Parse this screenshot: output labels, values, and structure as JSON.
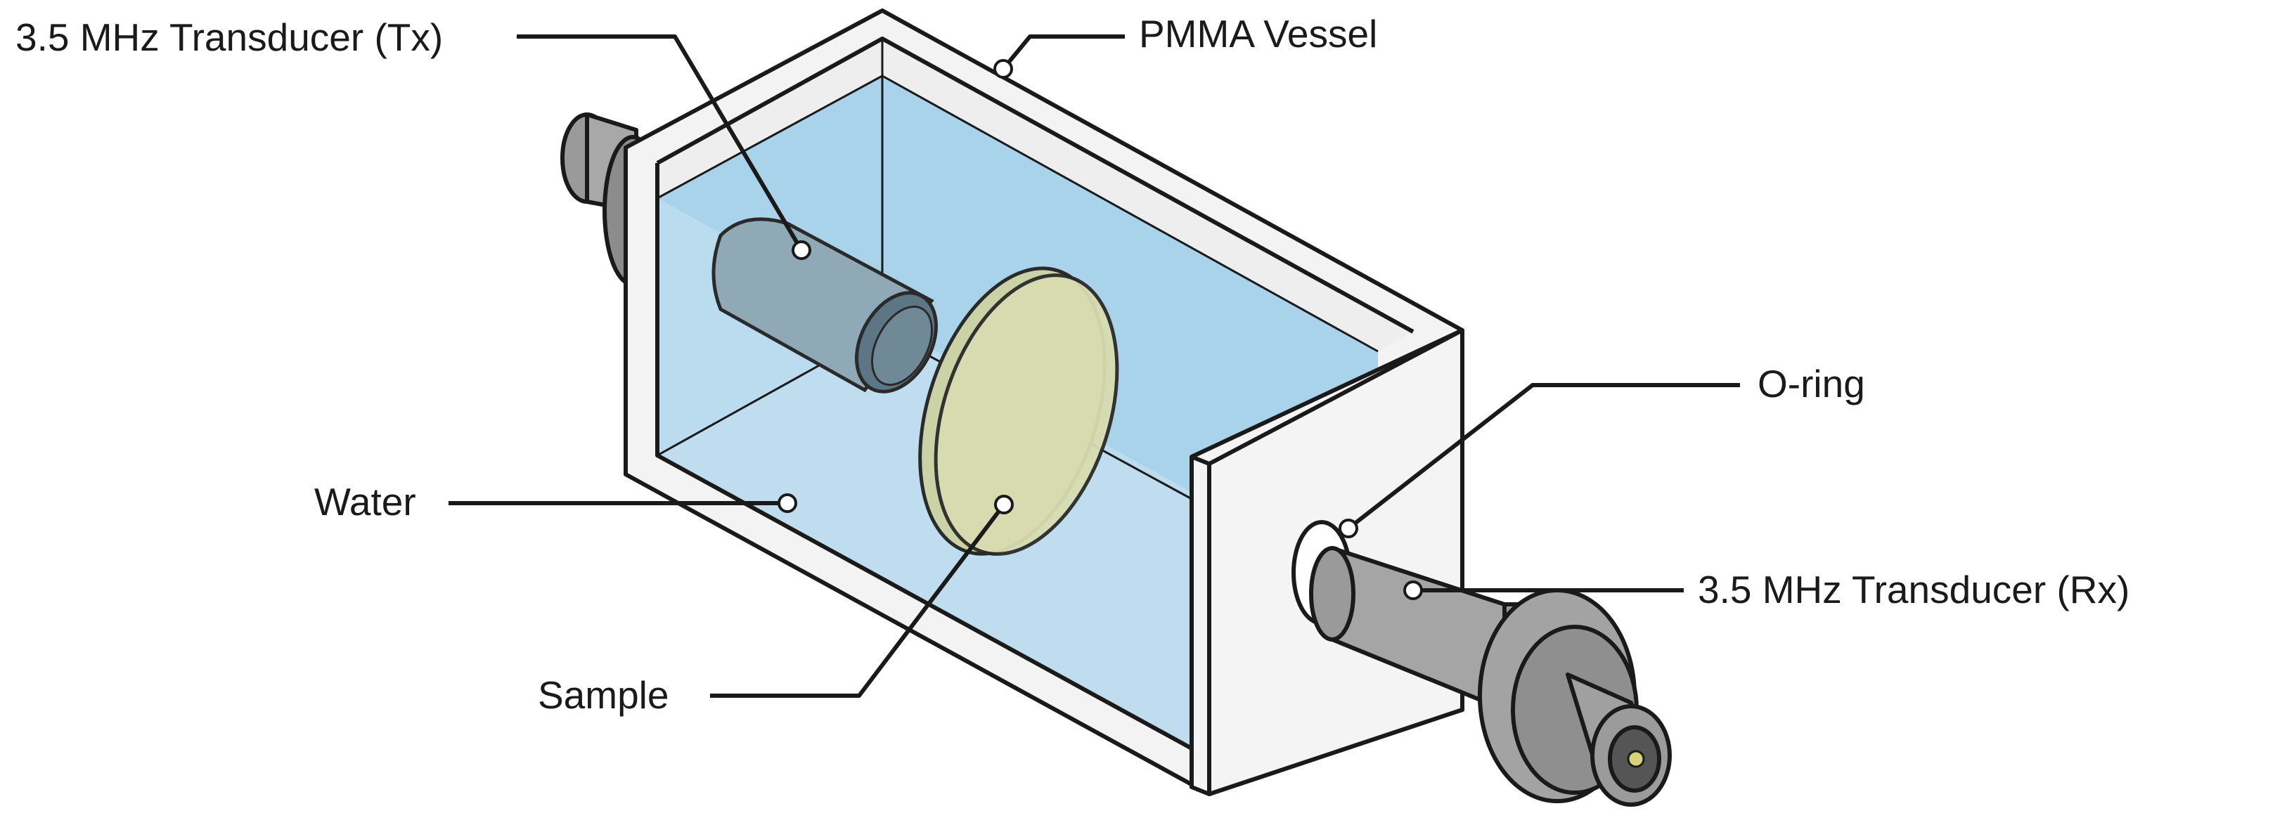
{
  "labels": {
    "transducer_tx": "3.5 MHz Transducer (Tx)",
    "pmma_vessel": "PMMA Vessel",
    "o_ring": "O-ring",
    "water": "Water",
    "transducer_rx": "3.5 MHz Transducer (Rx)",
    "sample": "Sample"
  },
  "colors": {
    "water": "#a9d3ea",
    "water_light": "#d2e9f6",
    "sample": "#e6e0a8",
    "transducer": "#a4a4a4",
    "vessel_wall": "#f4f4f4"
  }
}
